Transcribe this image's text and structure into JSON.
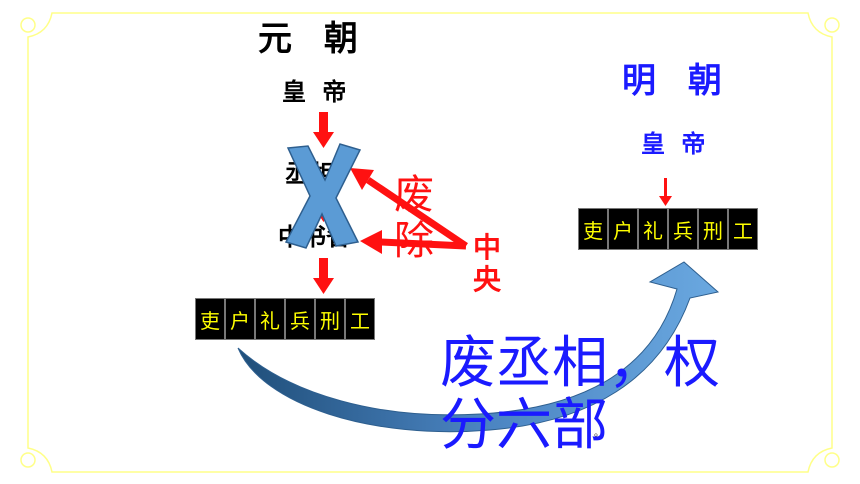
{
  "yuan": {
    "title": "元 朝",
    "emperor": "皇 帝",
    "chengxiang": "丞相",
    "zhongshu": "中书省",
    "ministries": [
      "吏",
      "户",
      "礼",
      "兵",
      "刑",
      "工"
    ]
  },
  "ming": {
    "title": "明 朝",
    "emperor": "皇 帝",
    "ministries": [
      "吏",
      "户",
      "礼",
      "兵",
      "刑",
      "工"
    ]
  },
  "annotation": {
    "feichu": [
      "废",
      "除"
    ],
    "zhongyang": [
      "中",
      "央"
    ]
  },
  "summary": {
    "line1": "废丞相，权",
    "line2": "分六部",
    "trailing_dot": "。"
  },
  "colors": {
    "yuan_text": "#000000",
    "ming_text": "#1a1aff",
    "red_arrow": "#ff1111",
    "blue_arrow": "#5b9bd5",
    "ministry_box": "#000000",
    "ministry_text": "#ffff00",
    "frame": "#ffff88"
  },
  "icons": [
    "cross-mark-icon",
    "curved-arrow-icon",
    "down-arrow-icon"
  ]
}
